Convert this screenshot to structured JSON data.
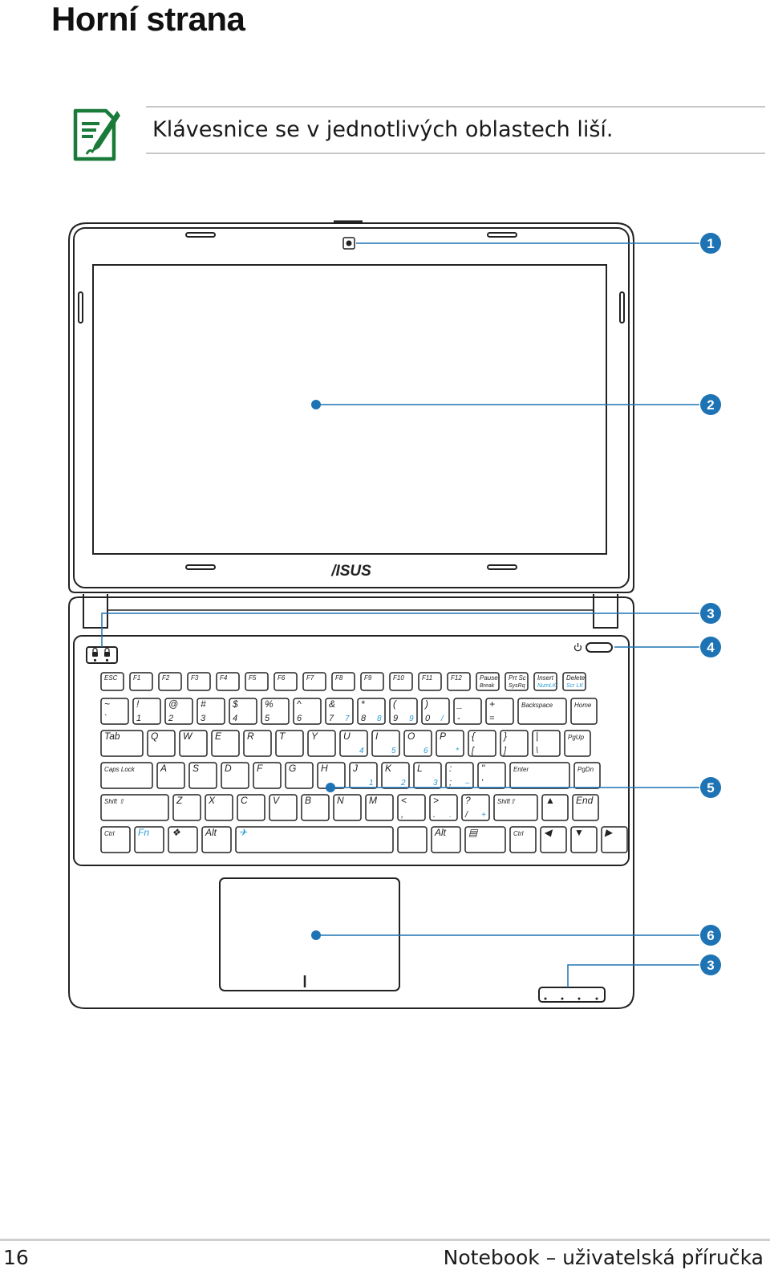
{
  "page": {
    "title": "Horní strana",
    "note_text": "Klávesnice se v jednotlivých oblastech liší.",
    "page_number": "16",
    "footer_title": "Notebook – uživatelská příručka"
  },
  "icons": {
    "note": "note-pencil-icon",
    "webcam": "webcam-icon",
    "power": "power-icon",
    "lock": "lock-indicator-icon"
  },
  "colors": {
    "callout": "#1e73b4",
    "note_icon": "#1b7a3a",
    "fn_blue": "#2a9bd6",
    "outline": "#222222"
  },
  "figure": {
    "logo": "/ISUS",
    "callouts": [
      "1",
      "2",
      "3",
      "4",
      "5",
      "6",
      "3"
    ],
    "keyboard_rows": [
      [
        {
          "l": "ESC"
        },
        {
          "l": "F1"
        },
        {
          "l": "F2"
        },
        {
          "l": "F3"
        },
        {
          "l": "F4"
        },
        {
          "l": "F5"
        },
        {
          "l": "F6"
        },
        {
          "l": "F7"
        },
        {
          "l": "F8"
        },
        {
          "l": "F9"
        },
        {
          "l": "F10"
        },
        {
          "l": "F11"
        },
        {
          "l": "F12"
        },
        {
          "l": "Pause",
          "s": "Break"
        },
        {
          "l": "Prt Sc",
          "s": "SysRq"
        },
        {
          "l": "Insert",
          "s": "NumLK",
          "sb": true
        },
        {
          "l": "Delete",
          "s": "Scr LK",
          "sb": true
        }
      ],
      [
        {
          "l": "~",
          "s": "`"
        },
        {
          "l": "!",
          "s": "1"
        },
        {
          "l": "@",
          "s": "2"
        },
        {
          "l": "#",
          "s": "3"
        },
        {
          "l": "$",
          "s": "4"
        },
        {
          "l": "%",
          "s": "5"
        },
        {
          "l": "^",
          "s": "6"
        },
        {
          "l": "&",
          "s": "7",
          "b": "7"
        },
        {
          "l": "*",
          "s": "8",
          "b": "8"
        },
        {
          "l": "(",
          "s": "9",
          "b": "9"
        },
        {
          "l": ")",
          "s": "0",
          "b": "/"
        },
        {
          "l": "_",
          "s": "-"
        },
        {
          "l": "+",
          "s": "="
        },
        {
          "l": "Backspace"
        },
        {
          "l": "Home"
        }
      ],
      [
        {
          "l": "Tab"
        },
        {
          "l": "Q"
        },
        {
          "l": "W"
        },
        {
          "l": "E"
        },
        {
          "l": "R"
        },
        {
          "l": "T"
        },
        {
          "l": "Y"
        },
        {
          "l": "U",
          "b": "4"
        },
        {
          "l": "I",
          "b": "5"
        },
        {
          "l": "O",
          "b": "6"
        },
        {
          "l": "P",
          "b": "*"
        },
        {
          "l": "{",
          "s": "["
        },
        {
          "l": "}",
          "s": "]"
        },
        {
          "l": "|",
          "s": "\\"
        },
        {
          "l": "PgUp"
        }
      ],
      [
        {
          "l": "Caps Lock"
        },
        {
          "l": "A"
        },
        {
          "l": "S"
        },
        {
          "l": "D"
        },
        {
          "l": "F"
        },
        {
          "l": "G"
        },
        {
          "l": "H"
        },
        {
          "l": "J",
          "b": "1"
        },
        {
          "l": "K",
          "b": "2"
        },
        {
          "l": "L",
          "b": "3"
        },
        {
          "l": ":",
          "s": ";",
          "b": "–"
        },
        {
          "l": "\"",
          "s": "'"
        },
        {
          "l": "Enter"
        },
        {
          "l": "PgDn"
        }
      ],
      [
        {
          "l": "Shift ⇧"
        },
        {
          "l": "Z"
        },
        {
          "l": "X"
        },
        {
          "l": "C"
        },
        {
          "l": "V"
        },
        {
          "l": "B"
        },
        {
          "l": "N"
        },
        {
          "l": "M"
        },
        {
          "l": "<",
          "s": ","
        },
        {
          "l": ">",
          "s": ".",
          "b": "."
        },
        {
          "l": "?",
          "s": "/",
          "b": "+"
        },
        {
          "l": "Shift⇧"
        },
        {
          "l": "▲"
        },
        {
          "l": "End"
        }
      ],
      [
        {
          "l": "Ctrl"
        },
        {
          "l": "Fn",
          "fb": true
        },
        {
          "l": "❖"
        },
        {
          "l": "Alt"
        },
        {
          "l": "✈",
          "fb": true
        },
        {
          "l": ""
        },
        {
          "l": "Alt"
        },
        {
          "l": "▤"
        },
        {
          "l": "Ctrl"
        },
        {
          "l": "◀"
        },
        {
          "l": "▼"
        },
        {
          "l": "▶"
        }
      ]
    ]
  }
}
